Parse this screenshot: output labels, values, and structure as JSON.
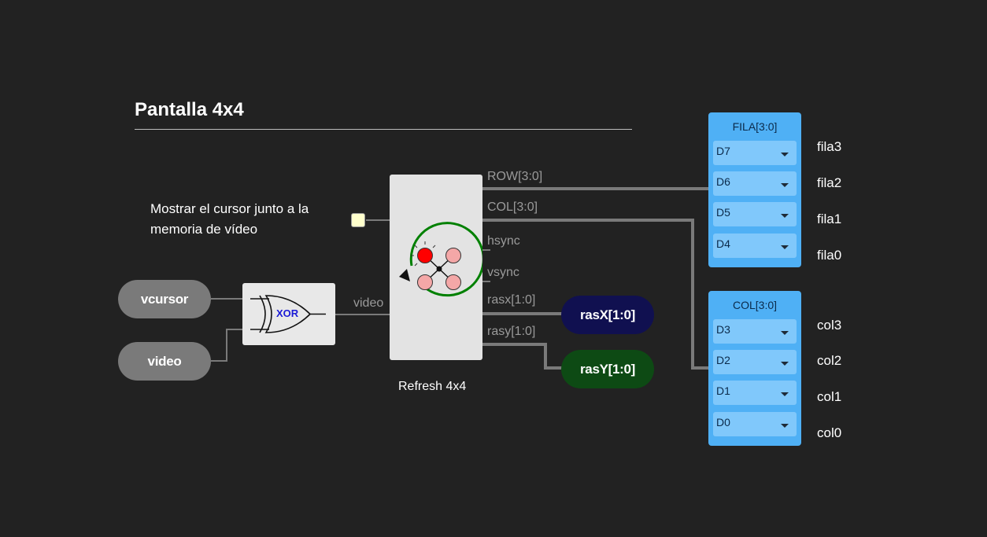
{
  "header": {
    "title": "Pantalla 4x4"
  },
  "comment": {
    "line1": "Mostrar el cursor junto a la",
    "line2": "memoria de vídeo"
  },
  "inputs": [
    {
      "label": "vcursor"
    },
    {
      "label": "video"
    }
  ],
  "xor_gate": {
    "label": "XOR"
  },
  "wires": {
    "video_label": "video"
  },
  "refresh_block": {
    "caption": "Refresh 4x4",
    "ports": [
      "ROW[3:0]",
      "COL[3:0]",
      "hsync",
      "vsync",
      "rasx[1:0]",
      "rasy[1:0]"
    ]
  },
  "outputs": [
    {
      "label": "rasX[1:0]",
      "color": "#101050"
    },
    {
      "label": "rasY[1:0]",
      "color": "#0d4a14"
    }
  ],
  "fila_panel": {
    "title": "FILA[3:0]",
    "selects": [
      "D7",
      "D6",
      "D5",
      "D4"
    ],
    "labels": [
      "fila3",
      "fila2",
      "fila1",
      "fila0"
    ]
  },
  "col_panel": {
    "title": "COL[3:0]",
    "selects": [
      "D3",
      "D2",
      "D1",
      "D0"
    ],
    "labels": [
      "col3",
      "col2",
      "col1",
      "col0"
    ]
  },
  "colors": {
    "background": "#222222",
    "panel": "#4fb0f5",
    "wire": "#7a7a7a",
    "led_on": "#ff0000",
    "led_off": "#f4a7a7",
    "ring": "#008000"
  }
}
